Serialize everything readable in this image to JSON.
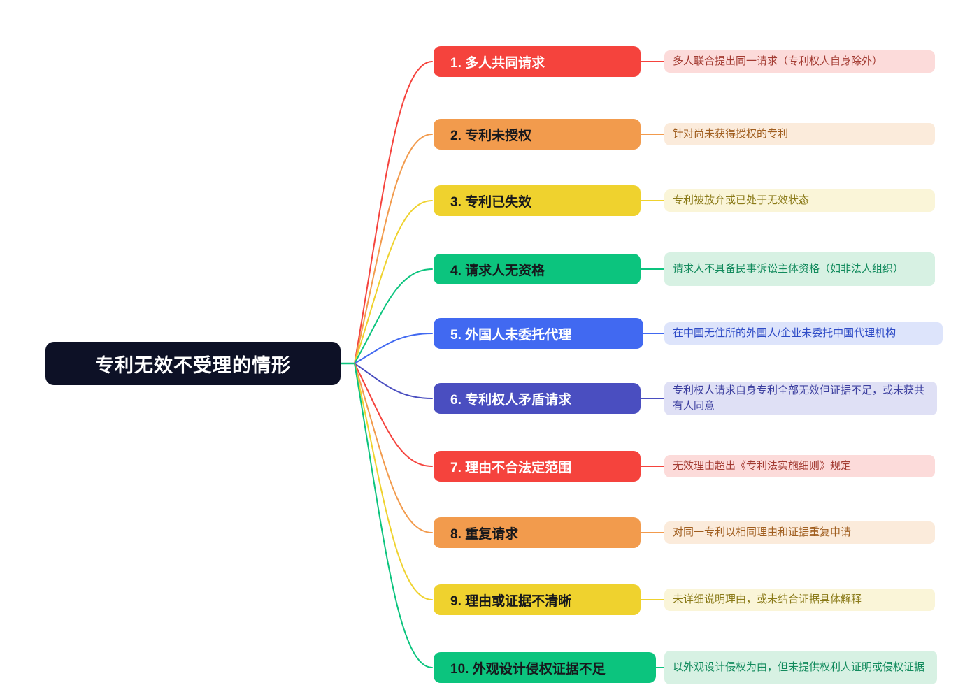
{
  "central": {
    "label": "专利无效不受理的情形",
    "bg": "#0D1126",
    "text_color": "#FFFFFF"
  },
  "colors": {
    "red": {
      "node": "#F5433D",
      "node_text": "#FFFFFF",
      "desc_bg": "#FCDBDA",
      "desc_text": "#A33B32"
    },
    "orange": {
      "node": "#F29B4D",
      "node_text": "#17181C",
      "desc_bg": "#FBEBDB",
      "desc_text": "#A05E1F"
    },
    "yellow": {
      "node": "#EFD22E",
      "node_text": "#17181C",
      "desc_bg": "#FAF5D8",
      "desc_text": "#8A7A18"
    },
    "green": {
      "node": "#0CC47E",
      "node_text": "#17181C",
      "desc_bg": "#D7F1E3",
      "desc_text": "#118A5C"
    },
    "blue": {
      "node": "#4169F1",
      "node_text": "#FFFFFF",
      "desc_bg": "#DDE4FB",
      "desc_text": "#2E4BC6"
    },
    "indigo": {
      "node": "#4A4EC0",
      "node_text": "#FFFFFF",
      "desc_bg": "#DFE0F5",
      "desc_text": "#3C3F9F"
    }
  },
  "items": [
    {
      "label": "1. 多人共同请求",
      "desc": "多人联合提出同一请求（专利权人自身除外）",
      "theme": "red"
    },
    {
      "label": "2. 专利未授权",
      "desc": "针对尚未获得授权的专利",
      "theme": "orange"
    },
    {
      "label": "3. 专利已失效",
      "desc": "专利被放弃或已处于无效状态",
      "theme": "yellow"
    },
    {
      "label": "4. 请求人无资格",
      "desc": "请求人不具备民事诉讼主体资格（如非法人组织）",
      "theme": "green"
    },
    {
      "label": "5. 外国人未委托代理",
      "desc": "在中国无住所的外国人/企业未委托中国代理机构",
      "theme": "blue"
    },
    {
      "label": "6. 专利权人矛盾请求",
      "desc": "专利权人请求自身专利全部无效但证据不足，或未获共有人同意",
      "theme": "indigo"
    },
    {
      "label": "7. 理由不合法定范围",
      "desc": "无效理由超出《专利法实施细则》规定",
      "theme": "red"
    },
    {
      "label": "8. 重复请求",
      "desc": "对同一专利以相同理由和证据重复申请",
      "theme": "orange"
    },
    {
      "label": "9. 理由或证据不清晰",
      "desc": "未详细说明理由，或未结合证据具体解释",
      "theme": "yellow"
    },
    {
      "label": "10. 外观设计侵权证据不足",
      "desc": "以外观设计侵权为由，但未提供权利人证明或侵权证据",
      "theme": "green"
    }
  ]
}
